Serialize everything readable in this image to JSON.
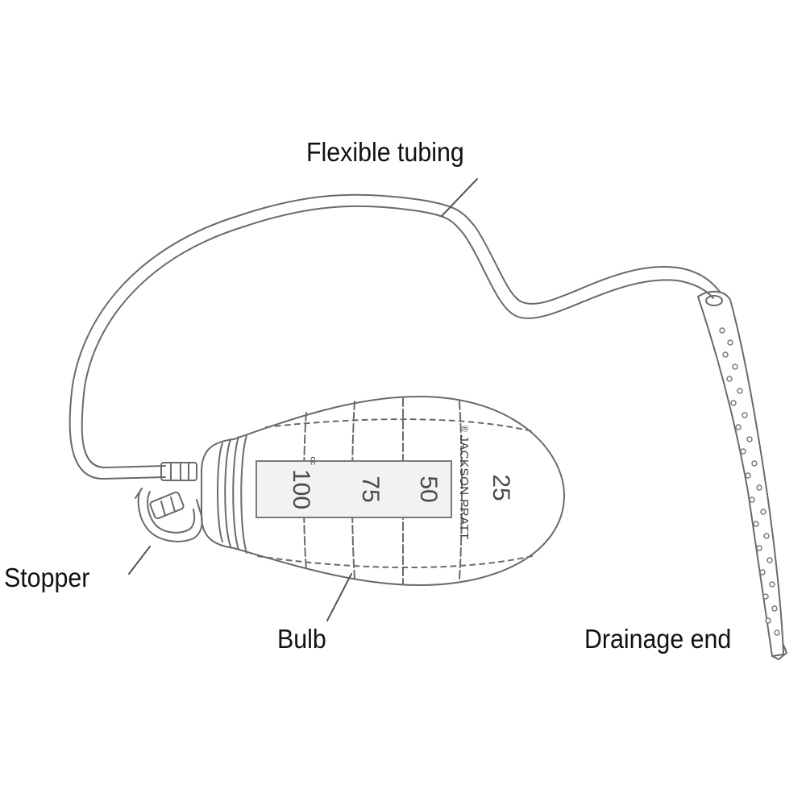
{
  "labels": {
    "tubing": "Flexible tubing",
    "stopper": "Stopper",
    "bulb": "Bulb",
    "drain": "Drainage end"
  },
  "bulb_scale": {
    "brand": "JACKSON PRATT",
    "registered_mark": "®",
    "marks": [
      "100",
      "75",
      "50",
      "25"
    ],
    "unit_mark": "cc"
  },
  "colors": {
    "outline": "#6a6a6a",
    "fill": "#ffffff",
    "scale_panel": "#f2f2f2",
    "text": "#111111"
  }
}
